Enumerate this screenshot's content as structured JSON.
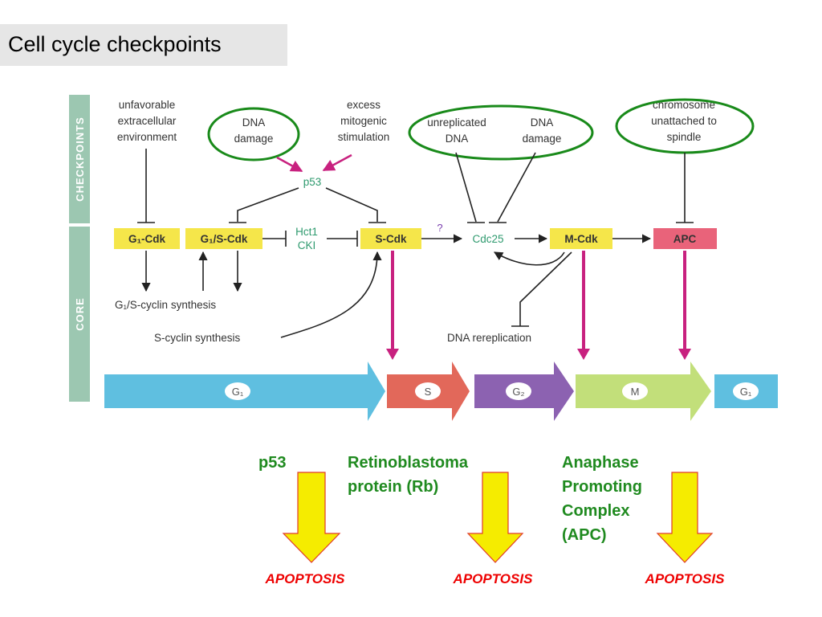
{
  "title": "Cell cycle checkpoints",
  "side_labels": {
    "checkpoints": "CHECKPOINTS",
    "core": "CORE"
  },
  "checkpoint_labels": {
    "unfavorable": [
      "unfavorable",
      "extracellular",
      "environment"
    ],
    "dna_damage_1": [
      "DNA",
      "damage"
    ],
    "excess": [
      "excess",
      "mitogenic",
      "stimulation"
    ],
    "unreplicated": [
      "unreplicated",
      "DNA"
    ],
    "dna_damage_2": [
      "DNA",
      "damage"
    ],
    "chromosome": [
      "chromosome",
      "unattached to",
      "spindle"
    ]
  },
  "nodes": {
    "p53": "p53",
    "g1_cdk": "G₁-Cdk",
    "g1s_cdk": "G₁/S-Cdk",
    "hct1": "Hct1",
    "cki": "CKI",
    "s_cdk": "S-Cdk",
    "question": "?",
    "cdc25": "Cdc25",
    "m_cdk": "M-Cdk",
    "apc": "APC"
  },
  "core_labels": {
    "g1s_synthesis": "G₁/S-cyclin synthesis",
    "s_synthesis": "S-cyclin synthesis",
    "dna_rereplication": "DNA rereplication"
  },
  "phases": [
    "G₁",
    "S",
    "G₂",
    "M",
    "G₁"
  ],
  "bottom": {
    "p53": "p53",
    "rb": [
      "Retinoblastoma",
      "protein (Rb)"
    ],
    "apc": [
      "Anaphase",
      "Promoting",
      "Complex",
      "(APC)"
    ],
    "apoptosis": [
      "APOPTOSIS",
      "APOPTOSIS",
      "APOPTOSIS"
    ]
  },
  "colors": {
    "box_yellow": "#f5e64a",
    "apc_pink": "#e9637a",
    "magenta_arrow": "#c8217f",
    "green_oval": "#198a1a",
    "g1_blue": "#5fbfe0",
    "s_red": "#e2685a",
    "g2_purple": "#8c62b1",
    "m_green": "#c2df7a",
    "side_bar": "#9cc7b1",
    "apoptosis_red": "#ee0000",
    "yellow_arrow": "#f5ec00"
  }
}
